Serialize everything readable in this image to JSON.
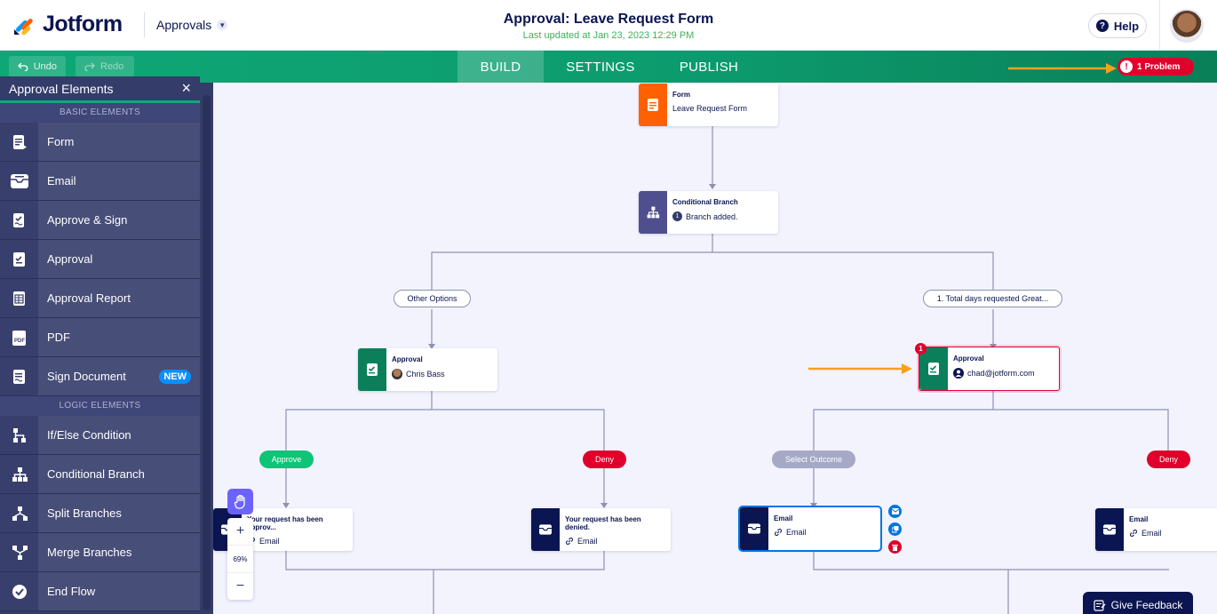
{
  "header": {
    "logo_text": "Jotform",
    "approvals_label": "Approvals",
    "title": "Approval: Leave Request Form",
    "last_updated": "Last updated at Jan 23, 2023 12:29 PM",
    "help_label": "Help"
  },
  "toolbar": {
    "undo_label": "Undo",
    "redo_label": "Redo",
    "tabs": [
      {
        "label": "BUILD",
        "active": true
      },
      {
        "label": "SETTINGS",
        "active": false
      },
      {
        "label": "PUBLISH",
        "active": false
      }
    ],
    "problem_count_icon": "!",
    "problem_label": "1 Problem"
  },
  "sidebar": {
    "title": "Approval Elements",
    "close_icon": "×",
    "basic_section": "BASIC ELEMENTS",
    "logic_section": "LOGIC ELEMENTS",
    "basic_items": [
      {
        "label": "Form",
        "icon": "form-icon"
      },
      {
        "label": "Email",
        "icon": "email-icon"
      },
      {
        "label": "Approve & Sign",
        "icon": "approve-sign-icon"
      },
      {
        "label": "Approval",
        "icon": "approval-icon"
      },
      {
        "label": "Approval Report",
        "icon": "report-icon"
      },
      {
        "label": "PDF",
        "icon": "pdf-icon"
      },
      {
        "label": "Sign Document",
        "icon": "sign-document-icon",
        "badge": "NEW"
      }
    ],
    "logic_items": [
      {
        "label": "If/Else Condition",
        "icon": "if-else-icon"
      },
      {
        "label": "Conditional Branch",
        "icon": "conditional-branch-icon"
      },
      {
        "label": "Split Branches",
        "icon": "split-branches-icon"
      },
      {
        "label": "Merge Branches",
        "icon": "merge-branches-icon"
      },
      {
        "label": "End Flow",
        "icon": "end-flow-icon"
      }
    ]
  },
  "flow": {
    "form_node": {
      "type": "Form",
      "detail": "Leave Request Form"
    },
    "branch_node": {
      "type": "Conditional Branch",
      "count": "1",
      "detail": "Branch added."
    },
    "left_condition": "Other Options",
    "right_condition": "1. Total days requested Great...",
    "left_approval": {
      "type": "Approval",
      "detail": "Chris Bass"
    },
    "right_approval": {
      "type": "Approval",
      "detail": "chad@jotform.com",
      "error_count": "1"
    },
    "outcomes": {
      "approve": "Approve",
      "deny_left": "Deny",
      "select": "Select Outcome",
      "deny_right": "Deny"
    },
    "emails": [
      {
        "type": "Your request has been approv...",
        "detail": "Email"
      },
      {
        "type": "Your request has been denied.",
        "detail": "Email"
      },
      {
        "type": "Email",
        "detail": "Email"
      },
      {
        "type": "Email",
        "detail": "Email"
      }
    ]
  },
  "zoom": {
    "plus": "+",
    "value": "69%",
    "minus": "−"
  },
  "feedback_label": "Give Feedback",
  "colors": {
    "brand_green": "#0fa776",
    "navy": "#0a1551",
    "form_orange": "#ff6100",
    "approval_green": "#0b7f5a",
    "branch_purple": "#4f4f8f",
    "email_navy": "#0a1551",
    "error_red": "#e0002b",
    "annotation_arrow": "#f5a11c"
  }
}
